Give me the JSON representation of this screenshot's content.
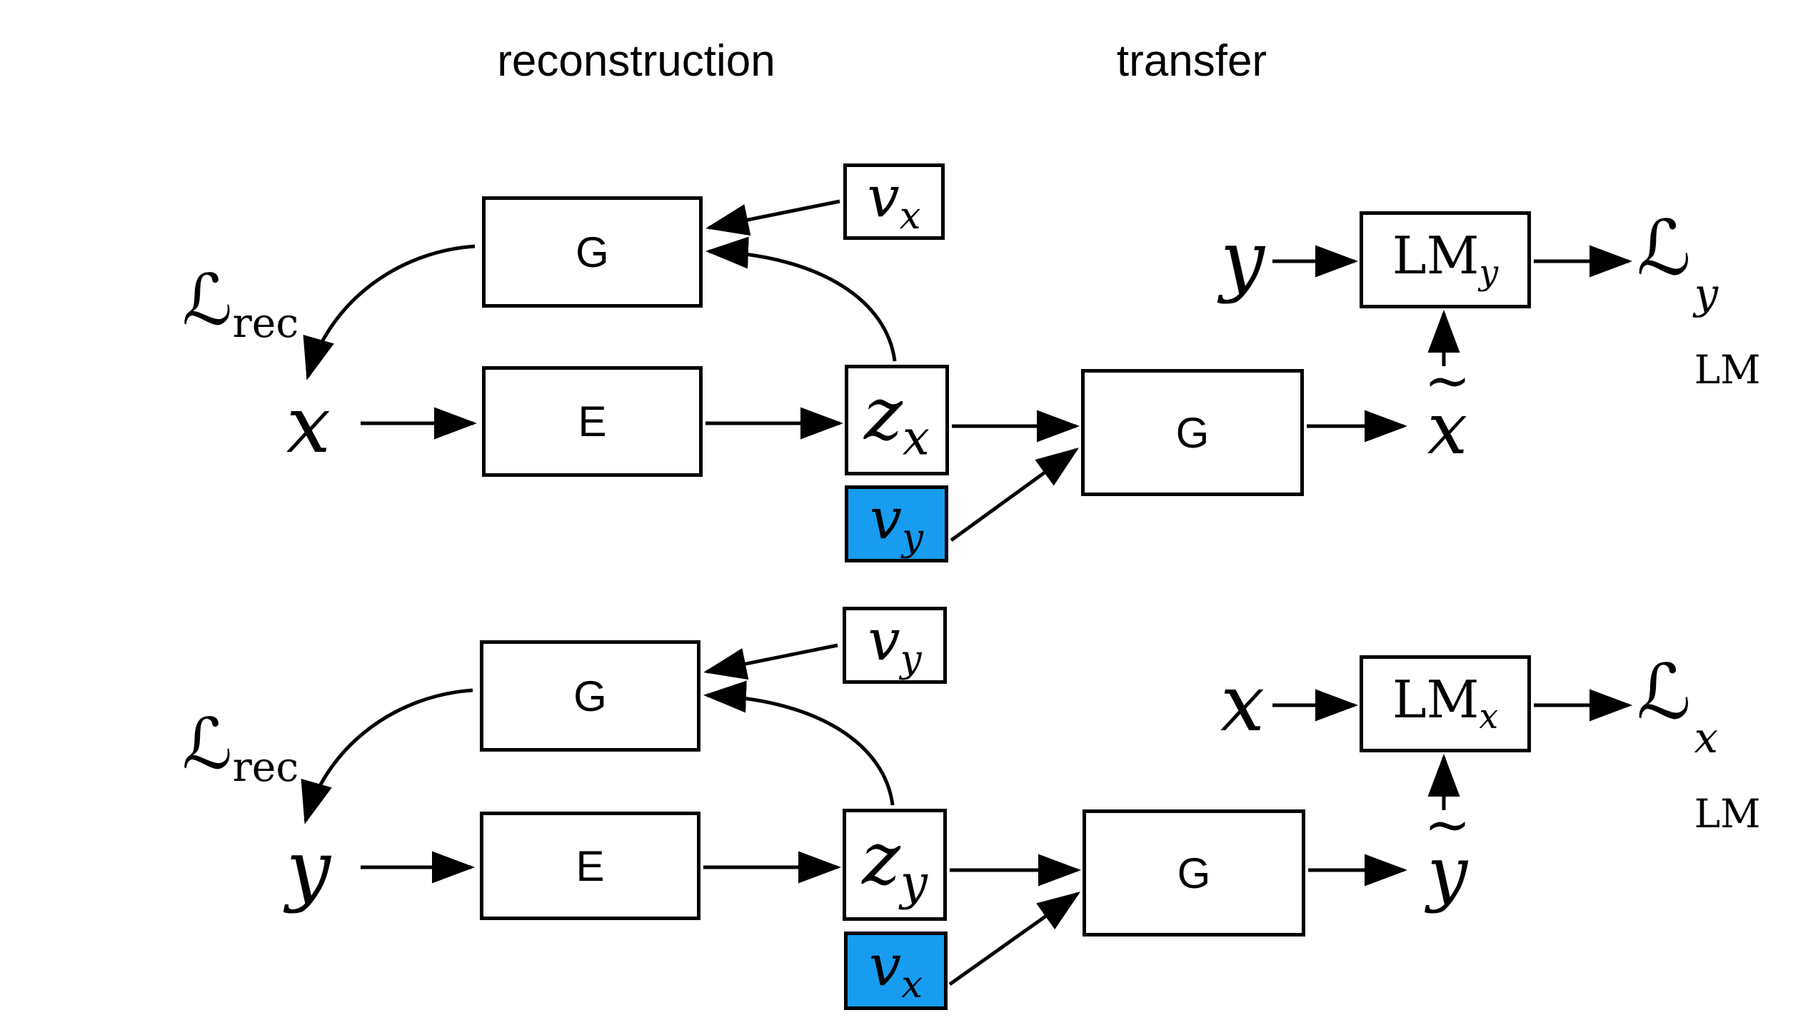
{
  "titles": {
    "left": "reconstruction",
    "right": "transfer"
  },
  "colors": {
    "highlight": "#189CF0",
    "stroke": "#000000",
    "background": "#FFFFFF"
  },
  "diagrams": [
    {
      "loss_rec": {
        "base": "ℒ",
        "sub": "rec"
      },
      "input_label": "x",
      "encoder_label": "E",
      "generator_label": "G",
      "latent": {
        "base": "z",
        "sub": "x"
      },
      "style_input": {
        "base": "v",
        "sub": "x"
      },
      "style_swap": {
        "base": "v",
        "sub": "y"
      },
      "transfer_generator_label": "G",
      "output": {
        "tilde": "~",
        "base": "x"
      },
      "lm_input": "y",
      "lm": {
        "base": "LM",
        "sub": "y"
      },
      "lm_loss": {
        "base": "ℒ",
        "sup": "y",
        "sub": "LM"
      }
    },
    {
      "loss_rec": {
        "base": "ℒ",
        "sub": "rec"
      },
      "input_label": "y",
      "encoder_label": "E",
      "generator_label": "G",
      "latent": {
        "base": "z",
        "sub": "y"
      },
      "style_input": {
        "base": "v",
        "sub": "y"
      },
      "style_swap": {
        "base": "v",
        "sub": "x"
      },
      "transfer_generator_label": "G",
      "output": {
        "tilde": "~",
        "base": "y"
      },
      "lm_input": "x",
      "lm": {
        "base": "LM",
        "sub": "x"
      },
      "lm_loss": {
        "base": "ℒ",
        "sup": "x",
        "sub": "LM"
      }
    }
  ]
}
